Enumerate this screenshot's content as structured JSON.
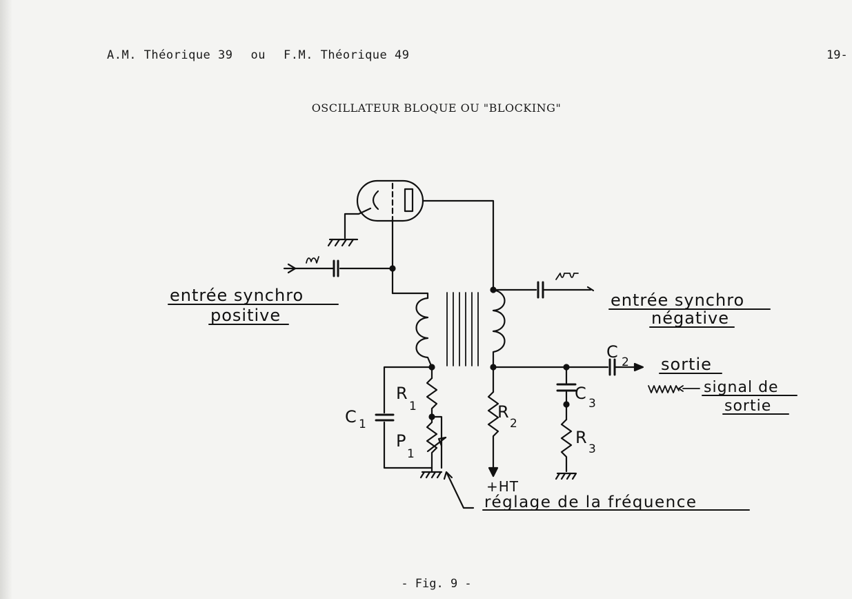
{
  "header": {
    "left_a": "A.M. Théorique 39",
    "left_b": "ou",
    "left_c": "F.M. Théorique 49",
    "page_number": "19-"
  },
  "title": "OSCILLATEUR BLOQUE OU \"BLOCKING\"",
  "diagram": {
    "input_positive_line1": "entrée synchro",
    "input_positive_line2": "positive",
    "input_negative_line1": "entrée synchro",
    "input_negative_line2": "négative",
    "output_label": "sortie",
    "output_signal_line1": "signal de",
    "output_signal_line2": "sortie",
    "label_c1": "C",
    "label_c2": "C",
    "label_c3": "C",
    "label_r1": "R",
    "label_r2": "R",
    "label_r3": "R",
    "label_p1": "P",
    "sub_c1": "1",
    "sub_c2": "2",
    "sub_c3": "3",
    "sub_r1": "1",
    "sub_r2": "2",
    "sub_r3": "3",
    "sub_p1": "1",
    "supply_label": "+HT",
    "frequency_adjust": "réglage de la fréquence"
  },
  "caption": "- Fig. 9 -"
}
